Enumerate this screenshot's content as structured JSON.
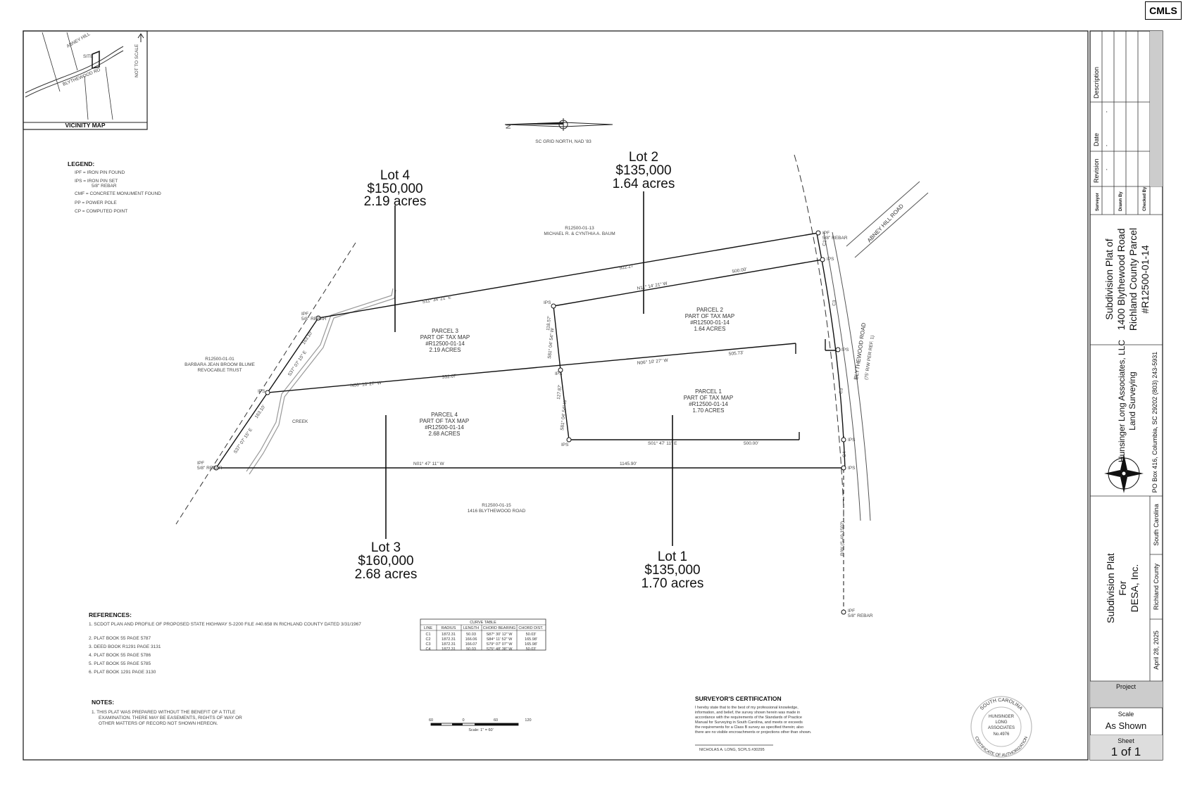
{
  "watermark": "CMLS",
  "north": {
    "label": "SC GRID NORTH, NAD '83"
  },
  "vicinity": {
    "title": "VICINITY MAP",
    "road_labels": [
      "BLYTHEWOOD RD",
      "ABNEY HILL",
      "SITE",
      "NOT TO SCALE"
    ]
  },
  "legend": {
    "title": "LEGEND:",
    "items": [
      "IPF = IRON PIN FOUND",
      "IPS = IRON PIN SET",
      "5/8\" REBAR",
      "CMF = CONCRETE MONUMENT FOUND",
      "PP = POWER POLE",
      "CP = COMPUTED POINT"
    ]
  },
  "lots": [
    {
      "name": "Lot 4",
      "price": "$150,000",
      "acres": "2.19 acres"
    },
    {
      "name": "Lot 2",
      "price": "$135,000",
      "acres": "1.64 acres"
    },
    {
      "name": "Lot 3",
      "price": "$160,000",
      "acres": "2.68 acres"
    },
    {
      "name": "Lot 1",
      "price": "$135,000",
      "acres": "1.70 acres"
    }
  ],
  "parcels": [
    {
      "lines": [
        "PARCEL 3",
        "PART OF TAX MAP",
        "#R12500-01-14",
        "2.19 ACRES"
      ]
    },
    {
      "lines": [
        "PARCEL 2",
        "PART OF TAX MAP",
        "#R12500-01-14",
        "1.64 ACRES"
      ]
    },
    {
      "lines": [
        "PARCEL 4",
        "PART OF TAX MAP",
        "#R12500-01-14",
        "2.68 ACRES"
      ]
    },
    {
      "lines": [
        "PARCEL 1",
        "PART OF TAX MAP",
        "#R12500-01-14",
        "1.70 ACRES"
      ]
    }
  ],
  "owners": {
    "north": [
      "R12500-01-13",
      "MICHAEL R. & CYNTHIA A. BAUM"
    ],
    "west": [
      "R12500-01-01",
      "BARBARA JEAN BROOM BLUME",
      "REVOCABLE TRUST"
    ],
    "south": [
      "R12500-01-15",
      "1416 BLYTHEWOOD ROAD"
    ]
  },
  "bearings": {
    "top": "S11° 34' 21\" E",
    "top_dist": "922.27'",
    "p2_top": "N11° 14' 21\" W",
    "p2_dist": "500.00'",
    "mid_left": "N06° 10' 27\" W",
    "mid_left_dist": "532.07'",
    "mid_right": "N06° 10' 27\" W",
    "mid_right_dist": "505.73'",
    "inner_top": "S81° 04' 54\" W",
    "inner_top_dist": "118.57'",
    "inner_bot": "S81° 04' 54\" W",
    "inner_bot_dist": "127.87'",
    "p1_bot": "S01° 47' 11\" E",
    "p1_dist": "500.00'",
    "bottom": "N01° 47' 11\" W",
    "bottom_dist": "1145.90'",
    "west_upper": "S37° 07' 15\" E",
    "west_upper_dist": "163.10'",
    "west_lower": "S37° 07' 15\" E",
    "west_lower_dist": "163.10'"
  },
  "point_labels": {
    "ipf": "IPF",
    "ips": "IPS",
    "rebar": "5/8\" REBAR",
    "creek": "CREEK"
  },
  "curve_labels": [
    "C1",
    "C2",
    "C3",
    "C4"
  ],
  "roads": {
    "blythewood": "BLYTHEWOOD ROAD",
    "blythewood_sub": "(75' R/W PER REF. 1)",
    "abney": "ABNEY HILL ROAD",
    "row": "R/W (S-40-1502)"
  },
  "references": {
    "title": "REFERENCES:",
    "items": [
      "1. SCDOT PLAN AND PROFILE OF PROPOSED STATE HIGHWAY S-2200 FILE #40.658 IN RICHLAND COUNTY DATED 3/31/1967",
      "2. PLAT BOOK 55 PAGE 5787",
      "3. DEED BOOK R1291 PAGE 3131",
      "4. PLAT BOOK 55 PAGE 5786",
      "5. PLAT BOOK 55 PAGE 5785",
      "6. PLAT BOOK 1291 PAGE 3130"
    ]
  },
  "notes": {
    "title": "NOTES:",
    "items": [
      "1. THIS PLAT WAS PREPARED WITHOUT THE BENEFIT OF A TITLE",
      "EXAMINATION. THERE MAY BE EASEMENTS, RIGHTS OF WAY OR",
      "OTHER MATTERS OF RECORD NOT SHOWN HEREON."
    ]
  },
  "curve_table": {
    "title": "CURVE TABLE",
    "headers": [
      "LINE",
      "RADIUS",
      "LENGTH",
      "CHORD BEARING",
      "CHORD DIST."
    ],
    "rows": [
      [
        "C1",
        "1872.31",
        "50.03",
        "S87° 30' 12\" W",
        "50.03'"
      ],
      [
        "C2",
        "1872.31",
        "166.06",
        "S84° 11' 52\" W",
        "165.98'"
      ],
      [
        "C3",
        "1872.31",
        "166.07",
        "S79° 07' 07\" W",
        "165.98'"
      ],
      [
        "C4",
        "1872.31",
        "50.03",
        "S75° 48' 38\" W",
        "50.03'"
      ]
    ]
  },
  "scale_bar": {
    "ticks": [
      "60",
      "0",
      "60",
      "120"
    ],
    "label": "Scale: 1\" = 60'"
  },
  "certification": {
    "title": "SURVEYOR'S CERTIFICATION",
    "lines": [
      "I hereby state that to the best of my professional knowledge,",
      "information, and belief, the survey shown herein was made in",
      "accordance with the requirements of the Standards of Practice",
      "Manual for Surveying in South Carolina, and meets or exceeds",
      "the requirements for a Class B survey as specified therein; also",
      "there are no visible encroachments or projections other than shown."
    ],
    "signature": "NICHOLAS A. LONG, SCPLS #30295"
  },
  "seal": {
    "outer_top": "SOUTH CAROLINA",
    "outer_bottom": "CERTIFICATE OF AUTHORIZATION",
    "lines": [
      "HUNSINGER",
      "LONG",
      "ASSOCIATES",
      "No.4976"
    ]
  },
  "title_block": {
    "revision_headers": [
      "Description",
      "Date",
      "Revision"
    ],
    "revision_values": [
      "-",
      "-",
      "-"
    ],
    "staff_headers": [
      "Surveyor",
      "Drawn By",
      "Checked By"
    ],
    "plat_title": [
      "Subdivision Plat of",
      "1400 Blythewood Road",
      "Richland County Parcel",
      "#R12500-01-14"
    ],
    "company": [
      "Hunsinger Long Associates, LLC",
      "Land Surveying"
    ],
    "company_address": "PO Box 416, Columbia, SC 29202 (803) 243-5931",
    "plat_for": [
      "Subdivision Plat",
      "For",
      "DESA, Inc."
    ],
    "county": "Richland County",
    "state": "South Carolina",
    "date": "April 28, 2025",
    "project_label": "Project",
    "scale_label": "Scale",
    "scale_value": "As Shown",
    "sheet_label": "Sheet",
    "sheet_value": "1 of 1"
  }
}
